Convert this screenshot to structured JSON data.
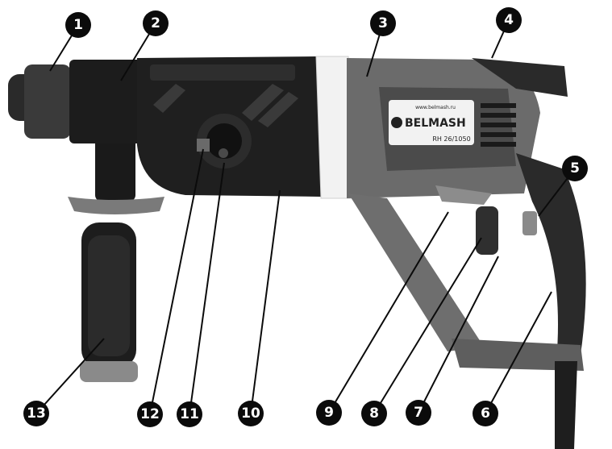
{
  "callouts": [
    {
      "number": "1"
    },
    {
      "number": "2"
    },
    {
      "number": "3"
    },
    {
      "number": "4"
    },
    {
      "number": "5"
    },
    {
      "number": "6"
    },
    {
      "number": "7"
    },
    {
      "number": "8"
    },
    {
      "number": "9"
    },
    {
      "number": "10"
    },
    {
      "number": "11"
    },
    {
      "number": "12"
    },
    {
      "number": "13"
    }
  ],
  "product": {
    "brand": "BELMASH",
    "model": "RH 26/1050",
    "website": "www.belmash.ru"
  },
  "colors": {
    "body_dark": "#1c1c1c",
    "housing_gray": "#6b6b6b",
    "accent_white": "#f2f2f2",
    "callout": "#0b0b0b"
  }
}
